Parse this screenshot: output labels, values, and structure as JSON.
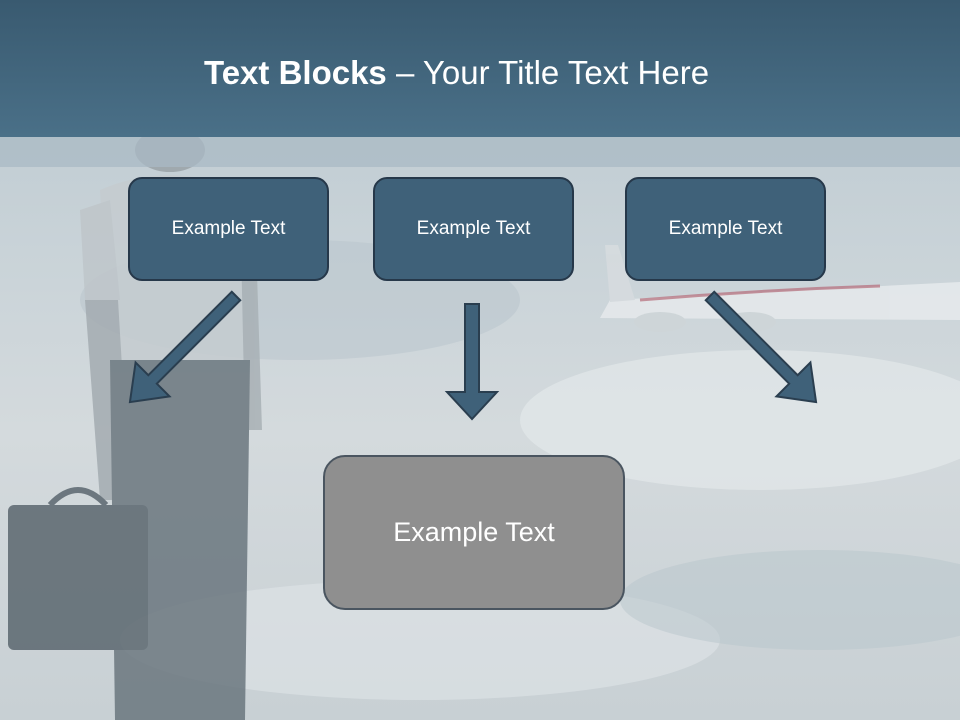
{
  "title": {
    "bold": "Text Blocks",
    "rest": " – Your Title Text Here"
  },
  "boxes": {
    "top": [
      "Example Text",
      "Example Text",
      "Example Text"
    ],
    "bottom": "Example Text"
  },
  "colors": {
    "title_bar": "#3f6279",
    "box": "#3f6179",
    "bottom_box": "#8f8f8f",
    "arrow": "#3f6179"
  }
}
